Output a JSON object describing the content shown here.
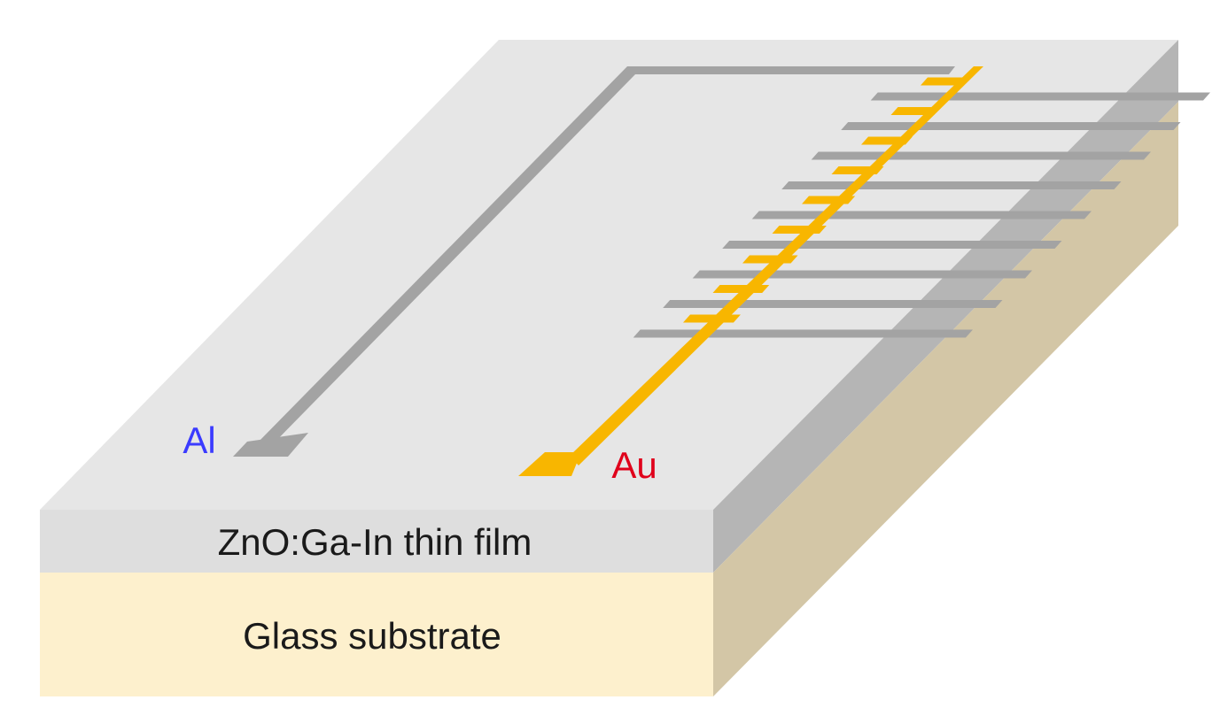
{
  "colors": {
    "background": "#ffffff",
    "film_top": "#e6e6e6",
    "film_front": "#dedede",
    "film_side": "#b5b5b5",
    "substrate_front": "#fdf0cd",
    "substrate_side": "#d3c6a6",
    "al_electrode": "#a3a3a3",
    "au_electrode": "#f8b600",
    "label_dark": "#1a1a1a",
    "label_al": "#3b3bff",
    "label_au": "#e0001b"
  },
  "labels": {
    "film": "ZnO:Ga-In thin film",
    "substrate": "Glass substrate",
    "al": "Al",
    "au": "Au"
  },
  "electrodes": {
    "al_finger_count": 9,
    "au_finger_count": 9
  }
}
